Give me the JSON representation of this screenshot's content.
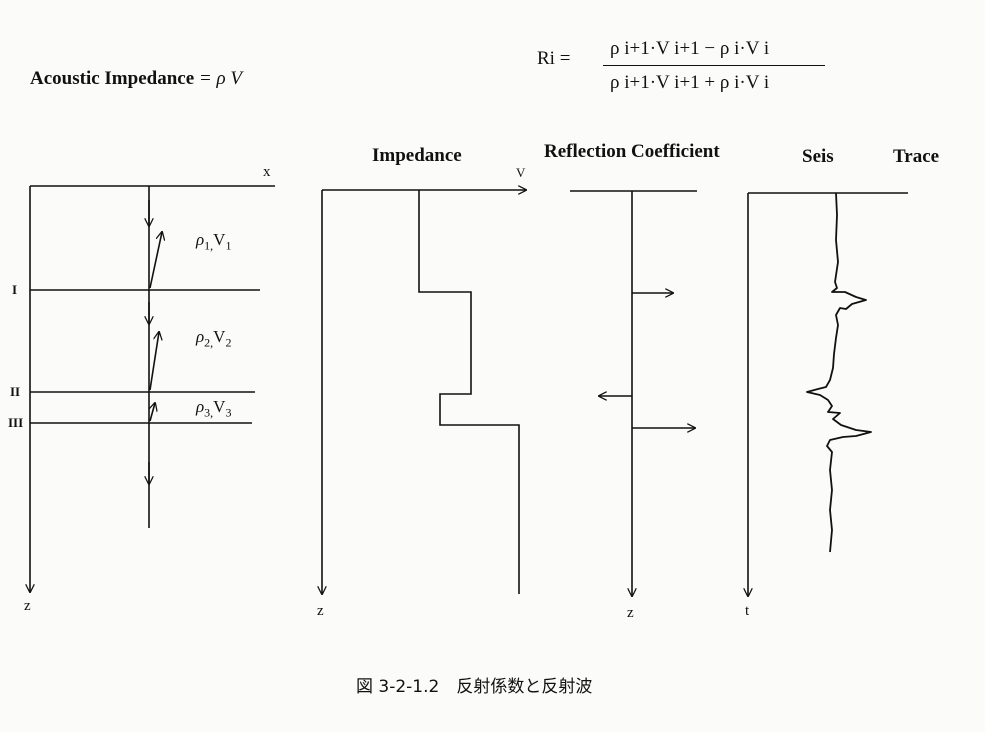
{
  "header": {
    "acoustic_label": "Acoustic Impedance",
    "acoustic_eq": "= ρ V",
    "ri_label": "Ri =",
    "ri_numerator": "ρ i+1·V i+1 − ρ i·V i",
    "ri_denominator": "ρ i+1·V i+1 + ρ i·V i"
  },
  "panels": {
    "impedance_title": "Impedance",
    "reflection_title": "Reflection Coefficient",
    "seis_title": "Seis",
    "trace_title": "Trace"
  },
  "axes": {
    "model_x": "x",
    "model_z": "z",
    "impedance_v": "V",
    "impedance_z": "z",
    "reflection_z": "z",
    "trace_t": "t"
  },
  "layers": [
    {
      "rho": "ρ",
      "rho_sub": "1,",
      "v": "V",
      "v_sub": "1"
    },
    {
      "rho": "ρ",
      "rho_sub": "2,",
      "v": "V",
      "v_sub": "2"
    },
    {
      "rho": "ρ",
      "rho_sub": "3,",
      "v": "V",
      "v_sub": "3"
    }
  ],
  "interfaces": [
    "I",
    "II",
    "III"
  ],
  "caption": "図 3-2-1.2　反射係数と反射波"
}
